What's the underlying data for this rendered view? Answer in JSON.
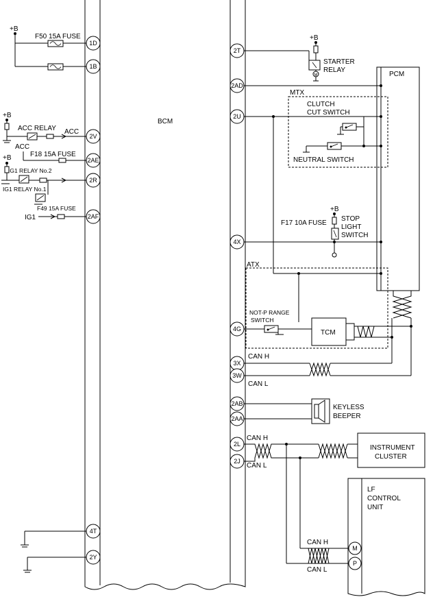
{
  "units": {
    "bcm": "BCM",
    "pcm": "PCM",
    "tcm": "TCM",
    "instrument_cluster_l1": "INSTRUMENT",
    "instrument_cluster_l2": "CLUSTER",
    "lf_l1": "LF",
    "lf_l2": "CONTROL",
    "lf_l3": "UNIT"
  },
  "left_pins": [
    "1D",
    "1B",
    "2V",
    "2AE",
    "2R",
    "2AF",
    "4T",
    "2Y"
  ],
  "right_pins": [
    "2T",
    "2AD",
    "2U",
    "4X",
    "4G",
    "3X",
    "3W",
    "2AB",
    "2AA",
    "2L",
    "2J"
  ],
  "lf_pins": [
    "M",
    "P"
  ],
  "labels": {
    "plus_b": "+B",
    "f50": "F50 15A FUSE",
    "acc_relay": "ACC RELAY",
    "acc": "ACC",
    "f18": "F18 15A FUSE",
    "ig1_relay2": "IG1 RELAY No.2",
    "ig1_relay1": "IG1 RELAY No.1",
    "f49": "F49 15A FUSE",
    "ig1": "IG1",
    "starter_l1": "STARTER",
    "starter_l2": "RELAY",
    "mtx": "MTX",
    "clutch_l1": "CLUTCH",
    "clutch_l2": "CUT SWITCH",
    "neutral": "NEUTRAL SWITCH",
    "f17": "F17 10A FUSE",
    "stop_l1": "STOP",
    "stop_l2": "LIGHT",
    "stop_l3": "SWITCH",
    "atx": "ATX",
    "notp_l1": "NOT-P RANGE",
    "notp_l2": "SWITCH",
    "can_h": "CAN H",
    "can_l": "CAN L",
    "keyless_l1": "KEYLESS",
    "keyless_l2": "BEEPER"
  }
}
